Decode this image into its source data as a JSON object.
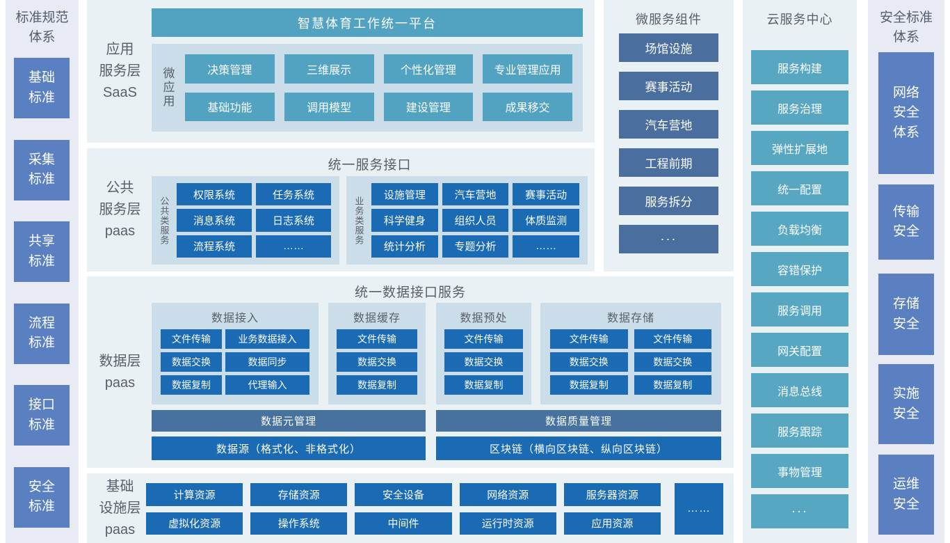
{
  "colors": {
    "sidebar_box": "#5b80c1",
    "sidebar_bg": "#e9ebf4",
    "section_bg": "#e9f1f4",
    "subpanel_bg": "#cbdde9",
    "teal_accent": "#51a3c1",
    "blue_accent": "#1a6ab4",
    "slate_accent": "#4a6f9e",
    "cloud_accent": "#58a7c2",
    "label_text": "#58606b"
  },
  "left_sidebar": {
    "title": "标准规范\n体系",
    "items": [
      "基础\n标准",
      "采集\n标准",
      "共享\n标准",
      "流程\n标准",
      "接口\n标准",
      "安全\n标准"
    ]
  },
  "saas_layer": {
    "label": "应用\n服务层\nSaaS",
    "banner": "智慧体育工作统一平台",
    "group_label": "微应用",
    "apps": [
      "决策管理",
      "三维展示",
      "个性化管理",
      "专业管理应用",
      "基础功能",
      "调用模型",
      "建设管理",
      "成果移交"
    ]
  },
  "service_layer": {
    "label": "公共\n服务层\npaas",
    "title": "统一服务接口",
    "public_group": {
      "label": "公共类服务",
      "items": [
        "权限系统",
        "任务系统",
        "消息系统",
        "日志系统",
        "流程系统",
        "……"
      ]
    },
    "business_group": {
      "label": "业务类服务",
      "items": [
        "设施管理",
        "汽车营地",
        "赛事活动",
        "科学健身",
        "组织人员",
        "体质监测",
        "统计分析",
        "专题分析",
        "……"
      ]
    }
  },
  "data_layer": {
    "label": "数据层\npaas",
    "title": "统一数据接口服务",
    "access_group": {
      "title": "数据接入",
      "items": [
        "文件传输",
        "业务数据接入",
        "数据交换",
        "数据同步",
        "数据复制",
        "代理输入"
      ]
    },
    "cache_group": {
      "title": "数据缓存",
      "items": [
        "文件传输",
        "数据交换",
        "数据复制"
      ]
    },
    "preprocess_group": {
      "title": "数据预处",
      "items": [
        "文件传输",
        "数据交换",
        "数据复制"
      ]
    },
    "storage_group": {
      "title": "数据存储",
      "items": [
        "文件传输",
        "文件传输",
        "数据交换",
        "数据交换",
        "数据复制",
        "数据复制"
      ]
    },
    "meta_bar": "数据元管理",
    "quality_bar": "数据质量管理",
    "source_bar": "数据源（格式化、非格式化）",
    "chain_bar": "区块链（横向区块链、纵向区块链）"
  },
  "infra_layer": {
    "label": "基础\n设施层\npaas",
    "items": [
      "计算资源",
      "存储资源",
      "安全设备",
      "网络资源",
      "服务器资源",
      "虚拟化资源",
      "操作系统",
      "中间件",
      "运行时资源",
      "应用资源"
    ],
    "more": "……"
  },
  "microservices": {
    "title": "微服务组件",
    "items": [
      "场馆设施",
      "赛事活动",
      "汽车营地",
      "工程前期",
      "服务拆分"
    ],
    "more": "···"
  },
  "cloud_center": {
    "title": "云服务中心",
    "items": [
      "服务构建",
      "服务治理",
      "弹性扩展地",
      "统一配置",
      "负载均衡",
      "容错保护",
      "服务调用",
      "网关配置",
      "消息总线",
      "服务跟踪",
      "事物管理"
    ],
    "more": "···"
  },
  "right_sidebar": {
    "title": "安全标准\n体系",
    "items": [
      "网络\n安全\n体系",
      "传输\n安全",
      "存储\n安全",
      "实施\n安全",
      "运维\n安全"
    ]
  }
}
